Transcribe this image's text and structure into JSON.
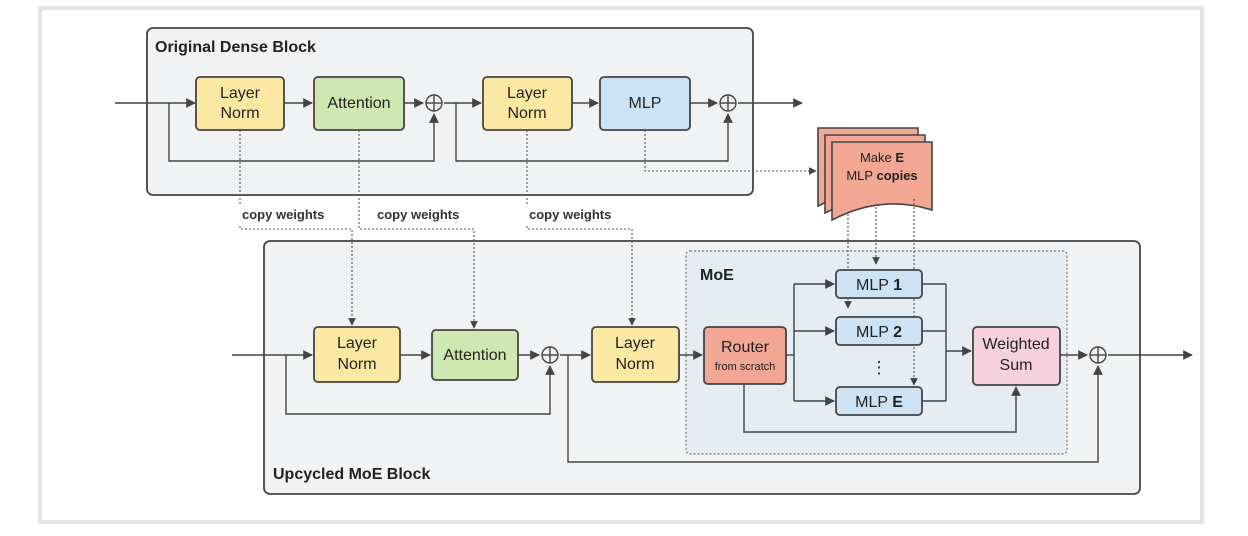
{
  "dense_block": {
    "title": "Original Dense Block"
  },
  "moe_block": {
    "title": "Upcycled MoE Block"
  },
  "moe_region": {
    "title": "MoE"
  },
  "labels": {
    "layer": "Layer",
    "norm": "Norm",
    "attention": "Attention",
    "mlp": "MLP",
    "copy_weights": "copy weights",
    "make": "Make",
    "e": "E",
    "mlp_word": "MLP",
    "copies": "copies",
    "router": "Router",
    "from_scratch": "from scratch",
    "mlp1_num": "1",
    "mlp2_num": "2",
    "mlpE_num": "E",
    "dots": "⋮",
    "weighted": "Weighted",
    "sum": "Sum"
  },
  "colors": {
    "norm": "#fbe8a3",
    "attention": "#cfe7b1",
    "mlp": "#cce3f6",
    "router": "#f2a795",
    "copies": "#f2a795",
    "weighted_sum": "#f6d0dc",
    "block_bg": "#f1f2f4",
    "moe_bg": "#e6edf2",
    "stroke": "#444444"
  }
}
